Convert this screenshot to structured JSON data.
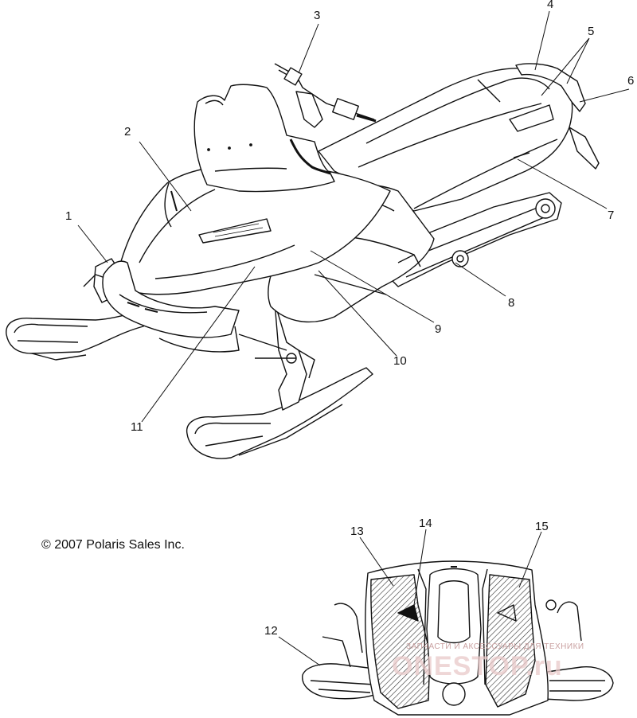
{
  "callouts": [
    {
      "id": "1",
      "label": "1"
    },
    {
      "id": "2",
      "label": "2"
    },
    {
      "id": "3",
      "label": "3"
    },
    {
      "id": "4",
      "label": "4"
    },
    {
      "id": "5",
      "label": "5"
    },
    {
      "id": "6",
      "label": "6"
    },
    {
      "id": "7",
      "label": "7"
    },
    {
      "id": "8",
      "label": "8"
    },
    {
      "id": "9",
      "label": "9"
    },
    {
      "id": "10",
      "label": "10"
    },
    {
      "id": "11",
      "label": "11"
    },
    {
      "id": "12",
      "label": "12"
    },
    {
      "id": "13",
      "label": "13"
    },
    {
      "id": "14",
      "label": "14"
    },
    {
      "id": "15",
      "label": "15"
    }
  ],
  "copyright": "© 2007 Polaris Sales Inc.",
  "watermark": {
    "small": "ЗАПЧАСТИ И АКСЕССУАРЫ ДЛЯ ТЕХНИКИ",
    "big": "ONESTOP.ru"
  },
  "colors": {
    "line": "#111111",
    "hatch": "#333333",
    "watermark": "#e0b5b5"
  }
}
